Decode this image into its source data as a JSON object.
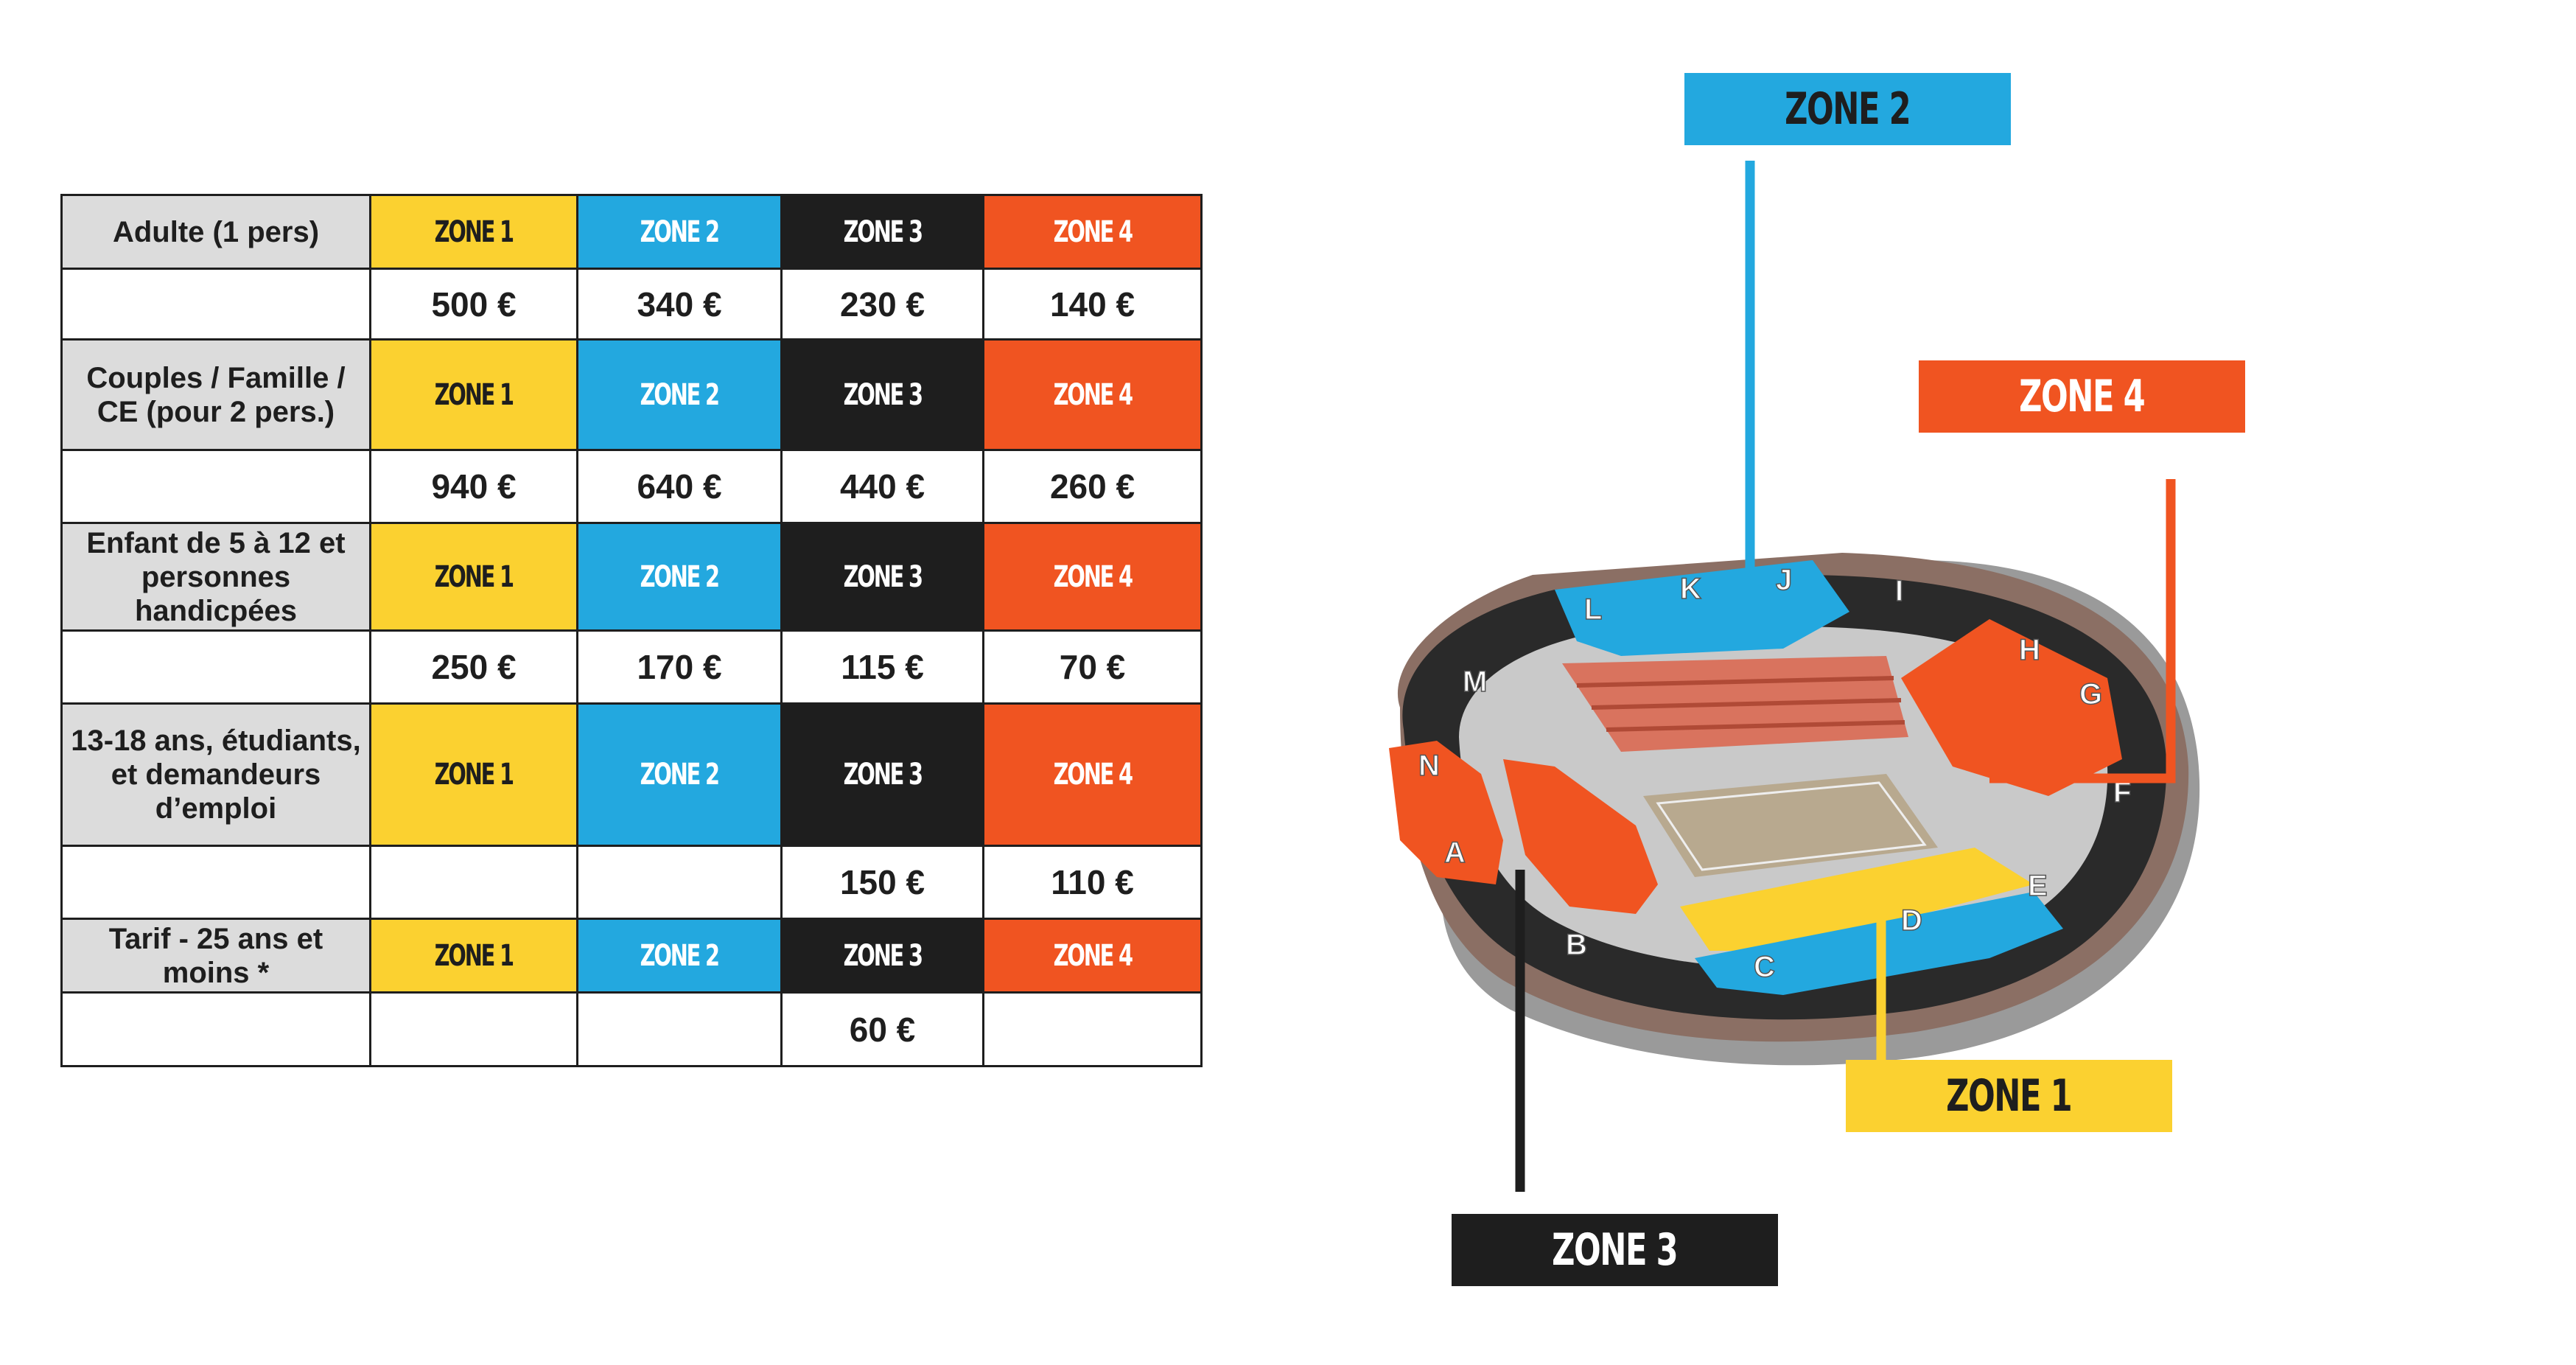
{
  "table": {
    "zone_labels": [
      "ZONE 1",
      "ZONE 2",
      "ZONE 3",
      "ZONE 4"
    ],
    "rows": [
      {
        "category": "Adulte (1 pers)",
        "prices": [
          "500 €",
          "340 €",
          "230 €",
          "140 €"
        ]
      },
      {
        "category": "Couples / Famille / CE (pour 2 pers.)",
        "prices": [
          "940 €",
          "640 €",
          "440 €",
          "260 €"
        ]
      },
      {
        "category": "Enfant de 5 à 12 et personnes handicpées",
        "prices": [
          "250 €",
          "170 €",
          "115 €",
          "70 €"
        ]
      },
      {
        "category": "13-18 ans, étudiants, et demandeurs d’emploi",
        "prices": [
          "",
          "",
          "150 €",
          "110 €"
        ]
      },
      {
        "category": "Tarif - 25 ans et moins *",
        "prices": [
          "",
          "",
          "60 €",
          ""
        ]
      }
    ]
  },
  "zones": {
    "zone1": {
      "label": "ZONE 1",
      "color": "#fbd130"
    },
    "zone2": {
      "label": "ZONE 2",
      "color": "#23a8df"
    },
    "zone3": {
      "label": "ZONE 3",
      "color": "#1e1e1e"
    },
    "zone4": {
      "label": "ZONE 4",
      "color": "#f05421"
    }
  },
  "sections": [
    "A",
    "B",
    "C",
    "D",
    "E",
    "F",
    "G",
    "H",
    "I",
    "J",
    "K",
    "L",
    "M",
    "N"
  ]
}
